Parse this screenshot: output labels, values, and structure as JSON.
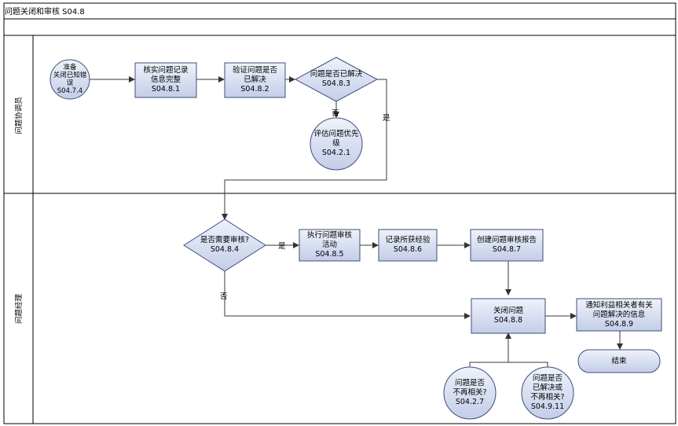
{
  "diagram": {
    "title": "问题关闭和审核 S04.8",
    "lanes": [
      {
        "id": "lane1",
        "label": "问题协调员"
      },
      {
        "id": "lane2",
        "label": "问题经理"
      }
    ],
    "nodes": {
      "n_prepare": {
        "shape": "circle",
        "text": "准备\n关闭已知错\n误\nS04.7.4"
      },
      "n_verify_record": {
        "shape": "rect",
        "text": "核实问题记录\n信息完整\nS04.8.1"
      },
      "n_validate": {
        "shape": "rect",
        "text": "验证问题是否\n已解决\nS04.8.2"
      },
      "n_resolved_q": {
        "shape": "diamond",
        "text": "问题是否已解决\nS04.8.3"
      },
      "n_priority": {
        "shape": "circle",
        "text": "评估问题优先\n级\nS04.2.1"
      },
      "n_review_q": {
        "shape": "diamond",
        "text": "是否需要审核?\nS04.8.4"
      },
      "n_exec_review": {
        "shape": "rect",
        "text": "执行问题审核\n活动\nS04.8.5"
      },
      "n_lessons": {
        "shape": "rect",
        "text": "记录所获经验\nS04.8.6"
      },
      "n_report": {
        "shape": "rect",
        "text": "创建问题审核报告\nS04.8.7"
      },
      "n_close": {
        "shape": "rect",
        "text": "关闭问题\nS04.8.8"
      },
      "n_notify": {
        "shape": "rect",
        "text": "通知利益相关者有关\n问题解决的信息\nS04.8.9"
      },
      "n_end": {
        "shape": "terminator",
        "text": "结束"
      },
      "n_irrelevant": {
        "shape": "circle",
        "text": "问题是否\n不再相关?\nS04.2.7"
      },
      "n_resolved_irrelevant": {
        "shape": "circle",
        "text": "问题是否\n已解决或\n不再相关?\nS04.9.11"
      }
    },
    "edge_labels": {
      "no1": "否",
      "yes1": "是",
      "yes2": "是",
      "no2": "否"
    },
    "colors": {
      "fill_top": "#ecf0f9",
      "fill_bottom": "#c6d0ea",
      "stroke": "#3f4f7a",
      "line": "#3a3a3a"
    }
  }
}
